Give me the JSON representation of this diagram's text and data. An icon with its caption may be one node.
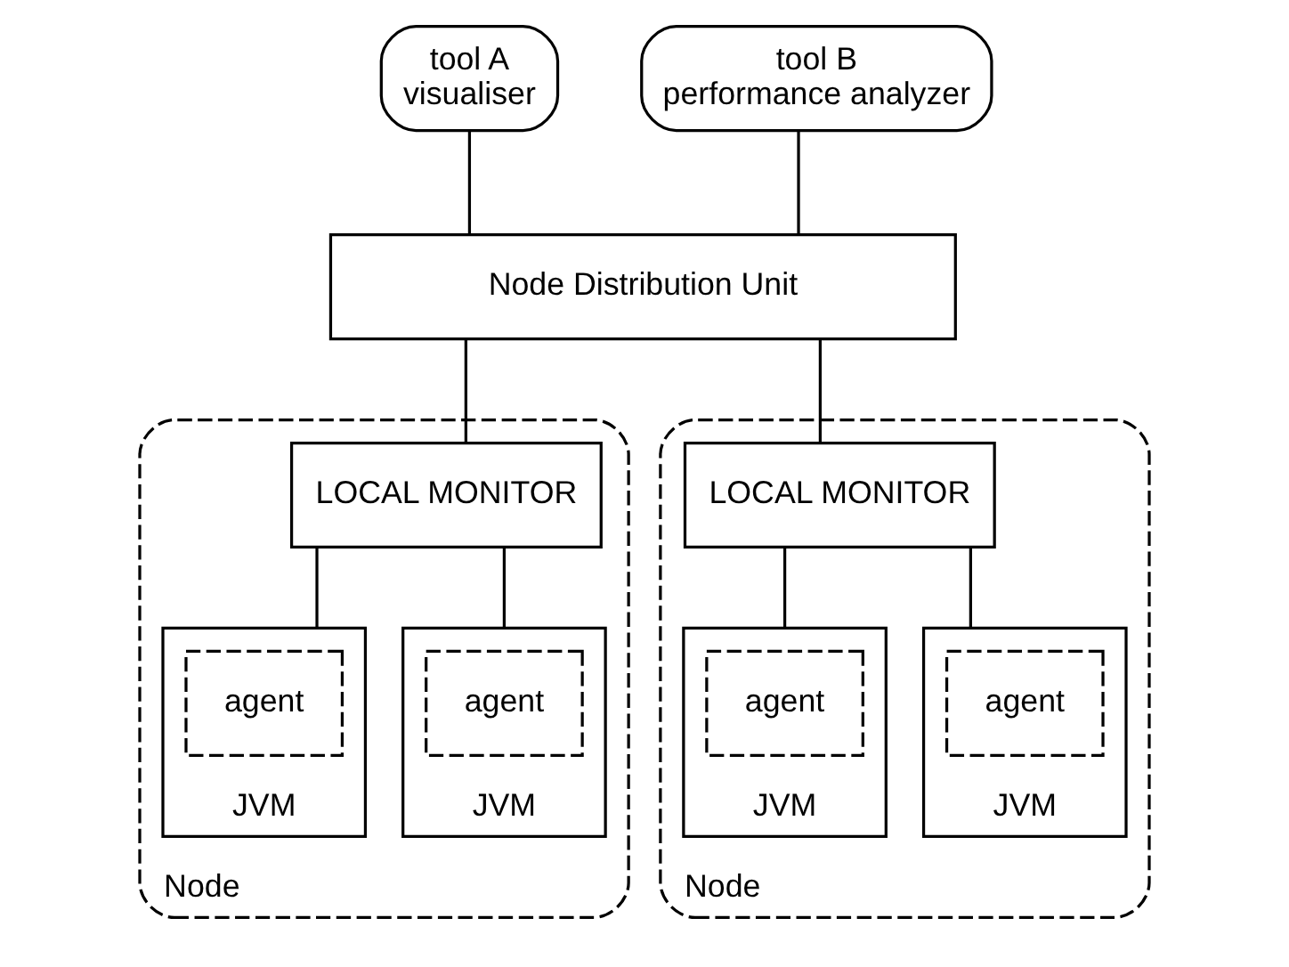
{
  "diagram": {
    "nodes": [
      {
        "text": [
          "tool A",
          "visualiser"
        ]
      },
      {
        "text": [
          "tool B",
          "performance analyzer"
        ]
      },
      {
        "text": [
          "Node Distribution Unit"
        ]
      },
      {
        "text": [
          "Node"
        ]
      },
      {
        "text": [
          "LOCAL MONITOR"
        ],
        "in": 3
      },
      {
        "text": [
          "JVM"
        ],
        "in": 3
      },
      {
        "text": [
          "agent"
        ],
        "in": 5
      },
      {
        "text": [
          "JVM"
        ],
        "in": 3
      },
      {
        "text": [
          "agent"
        ],
        "in": 7
      },
      {
        "text": [
          "Node"
        ]
      },
      {
        "text": [
          "LOCAL MONITOR"
        ],
        "in": 9
      },
      {
        "text": [
          "JVM"
        ],
        "in": 9
      },
      {
        "text": [
          "agent"
        ],
        "in": 11
      },
      {
        "text": [
          "JVM"
        ],
        "in": 9
      },
      {
        "text": [
          "agent"
        ],
        "in": 13
      }
    ],
    "edges": [
      {
        "from": 0,
        "to": 2,
        "arrow": "none"
      },
      {
        "from": 1,
        "to": 2,
        "arrow": "none"
      },
      {
        "from": 2,
        "to": 4,
        "arrow": "none"
      },
      {
        "from": 2,
        "to": 10,
        "arrow": "none"
      },
      {
        "from": 4,
        "to": 5,
        "arrow": "none"
      },
      {
        "from": 4,
        "to": 7,
        "arrow": "none"
      },
      {
        "from": 10,
        "to": 11,
        "arrow": "none"
      },
      {
        "from": 10,
        "to": 13,
        "arrow": "none"
      }
    ]
  }
}
